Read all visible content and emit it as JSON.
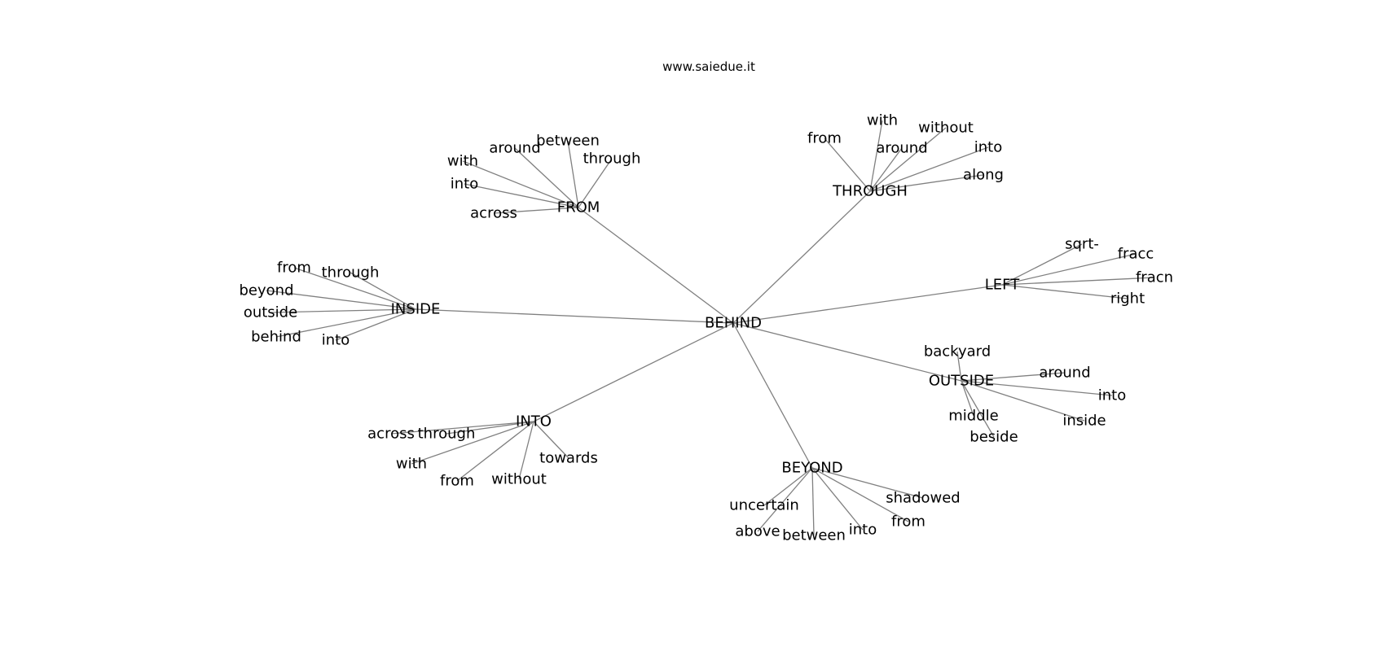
{
  "title": "www.saiedue.it",
  "root": {
    "label": "BEHIND"
  },
  "hubs": [
    {
      "label": "FROM",
      "leaves": [
        "between",
        "around",
        "through",
        "with",
        "into",
        "across"
      ]
    },
    {
      "label": "THROUGH",
      "leaves": [
        "with",
        "from",
        "without",
        "around",
        "into",
        "along"
      ]
    },
    {
      "label": "LEFT",
      "leaves": [
        "sqrt-",
        "fracc",
        "fracn",
        "right"
      ]
    },
    {
      "label": "INSIDE",
      "leaves": [
        "from",
        "through",
        "beyond",
        "outside",
        "behind",
        "into"
      ]
    },
    {
      "label": "OUTSIDE",
      "leaves": [
        "backyard",
        "around",
        "into",
        "middle",
        "inside",
        "beside"
      ]
    },
    {
      "label": "INTO",
      "leaves": [
        "across",
        "through",
        "towards",
        "with",
        "from",
        "without"
      ]
    },
    {
      "label": "BEYOND",
      "leaves": [
        "uncertain",
        "shadowed",
        "from",
        "above",
        "between",
        "into"
      ]
    }
  ],
  "colors": {
    "edge": "#808080",
    "text": "#000000",
    "background": "#ffffff"
  }
}
